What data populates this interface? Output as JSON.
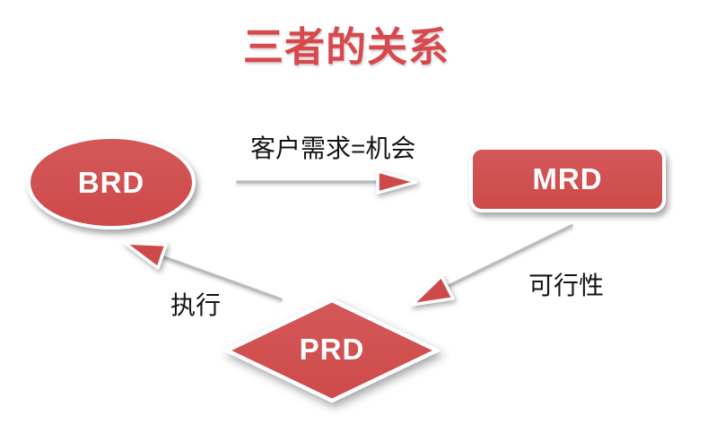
{
  "title": "三者的关系",
  "colors": {
    "title_red": "#d8484c",
    "shape_red": "#ce4a4a",
    "shape_red_light": "#d45858",
    "arrow_gray": "#bdbdbd",
    "label_text": "#141414",
    "node_text": "#ffffff",
    "background": "#ffffff"
  },
  "nodes": {
    "brd": {
      "label": "BRD",
      "shape": "ellipse"
    },
    "mrd": {
      "label": "MRD",
      "shape": "rounded-rectangle"
    },
    "prd": {
      "label": "PRD",
      "shape": "diamond"
    }
  },
  "edges": {
    "brd_to_mrd": {
      "from": "BRD",
      "to": "MRD",
      "label": "客户需求=机会"
    },
    "mrd_to_prd": {
      "from": "MRD",
      "to": "PRD",
      "label": "可行性"
    },
    "prd_to_brd": {
      "from": "PRD",
      "to": "BRD",
      "label": "执行"
    }
  }
}
